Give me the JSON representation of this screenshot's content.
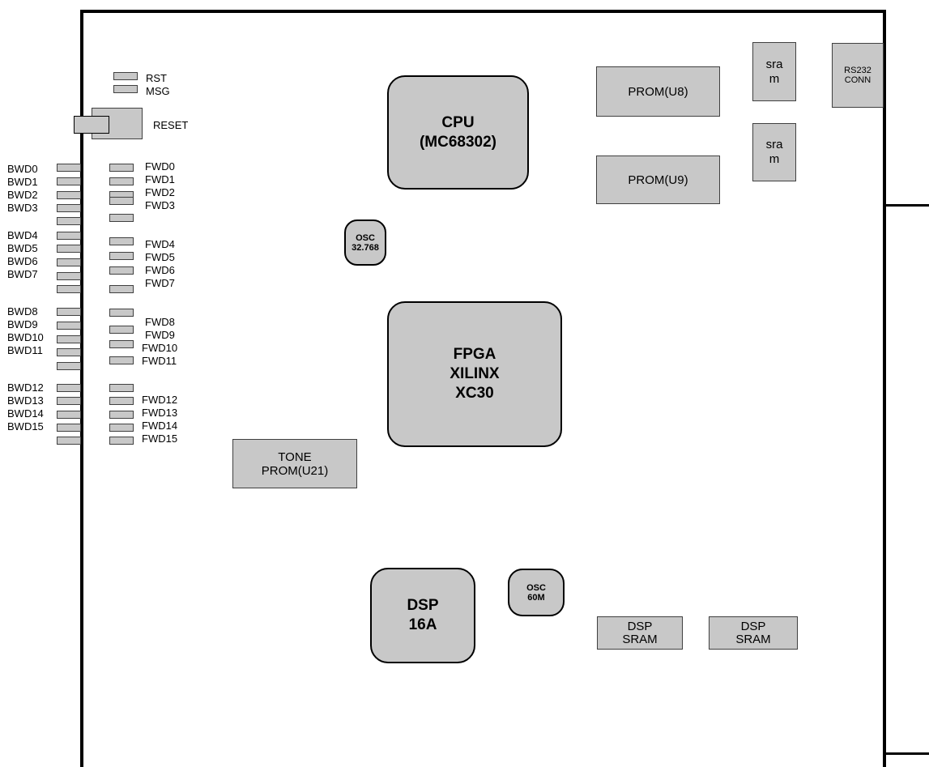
{
  "board": {
    "cpu": "CPU\n(MC68302)",
    "fpga": "FPGA\nXILINX\nXC30",
    "dsp": "DSP\n16A",
    "osc_32": "OSC\n32.768",
    "osc_60": "OSC\n60M",
    "prom_u8": "PROM(U8)",
    "prom_u9": "PROM(U9)",
    "sram_1": "sra\nm",
    "sram_2": "sra\nm",
    "rs232": "RS232\nCONN",
    "tone_prom": "TONE\nPROM(U21)",
    "dsp_sram_1": "DSP\nSRAM",
    "dsp_sram_2": "DSP\nSRAM"
  },
  "indicators": {
    "rst": "RST",
    "msg": "MSG",
    "reset": "RESET"
  },
  "bwd_labels": [
    "BWD0",
    "BWD1",
    "BWD2",
    "BWD3",
    "BWD4",
    "BWD5",
    "BWD6",
    "BWD7",
    "BWD8",
    "BWD9",
    "BWD10",
    "BWD11",
    "BWD12",
    "BWD13",
    "BWD14",
    "BWD15"
  ],
  "fwd_labels": [
    "FWD0",
    "FWD1",
    "FWD2",
    "FWD3",
    "FWD4",
    "FWD5",
    "FWD6",
    "FWD7",
    "FWD8",
    "FWD9",
    "FWD10",
    "FWD11",
    "FWD12",
    "FWD13",
    "FWD14",
    "FWD15"
  ],
  "colors": {
    "component_fill": "#c8c8c8",
    "outline": "#000000"
  }
}
